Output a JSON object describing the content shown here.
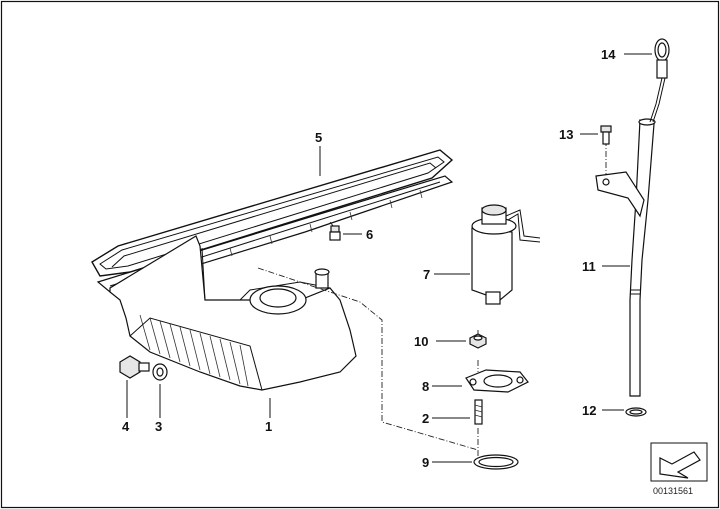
{
  "diagram": {
    "part_numbers": [
      "1",
      "2",
      "3",
      "4",
      "5",
      "6",
      "7",
      "8",
      "9",
      "10",
      "11",
      "12",
      "13",
      "14"
    ],
    "document_id": "00131561",
    "colors": {
      "line": "#111111",
      "background": "#ffffff",
      "border": "#111111"
    }
  }
}
